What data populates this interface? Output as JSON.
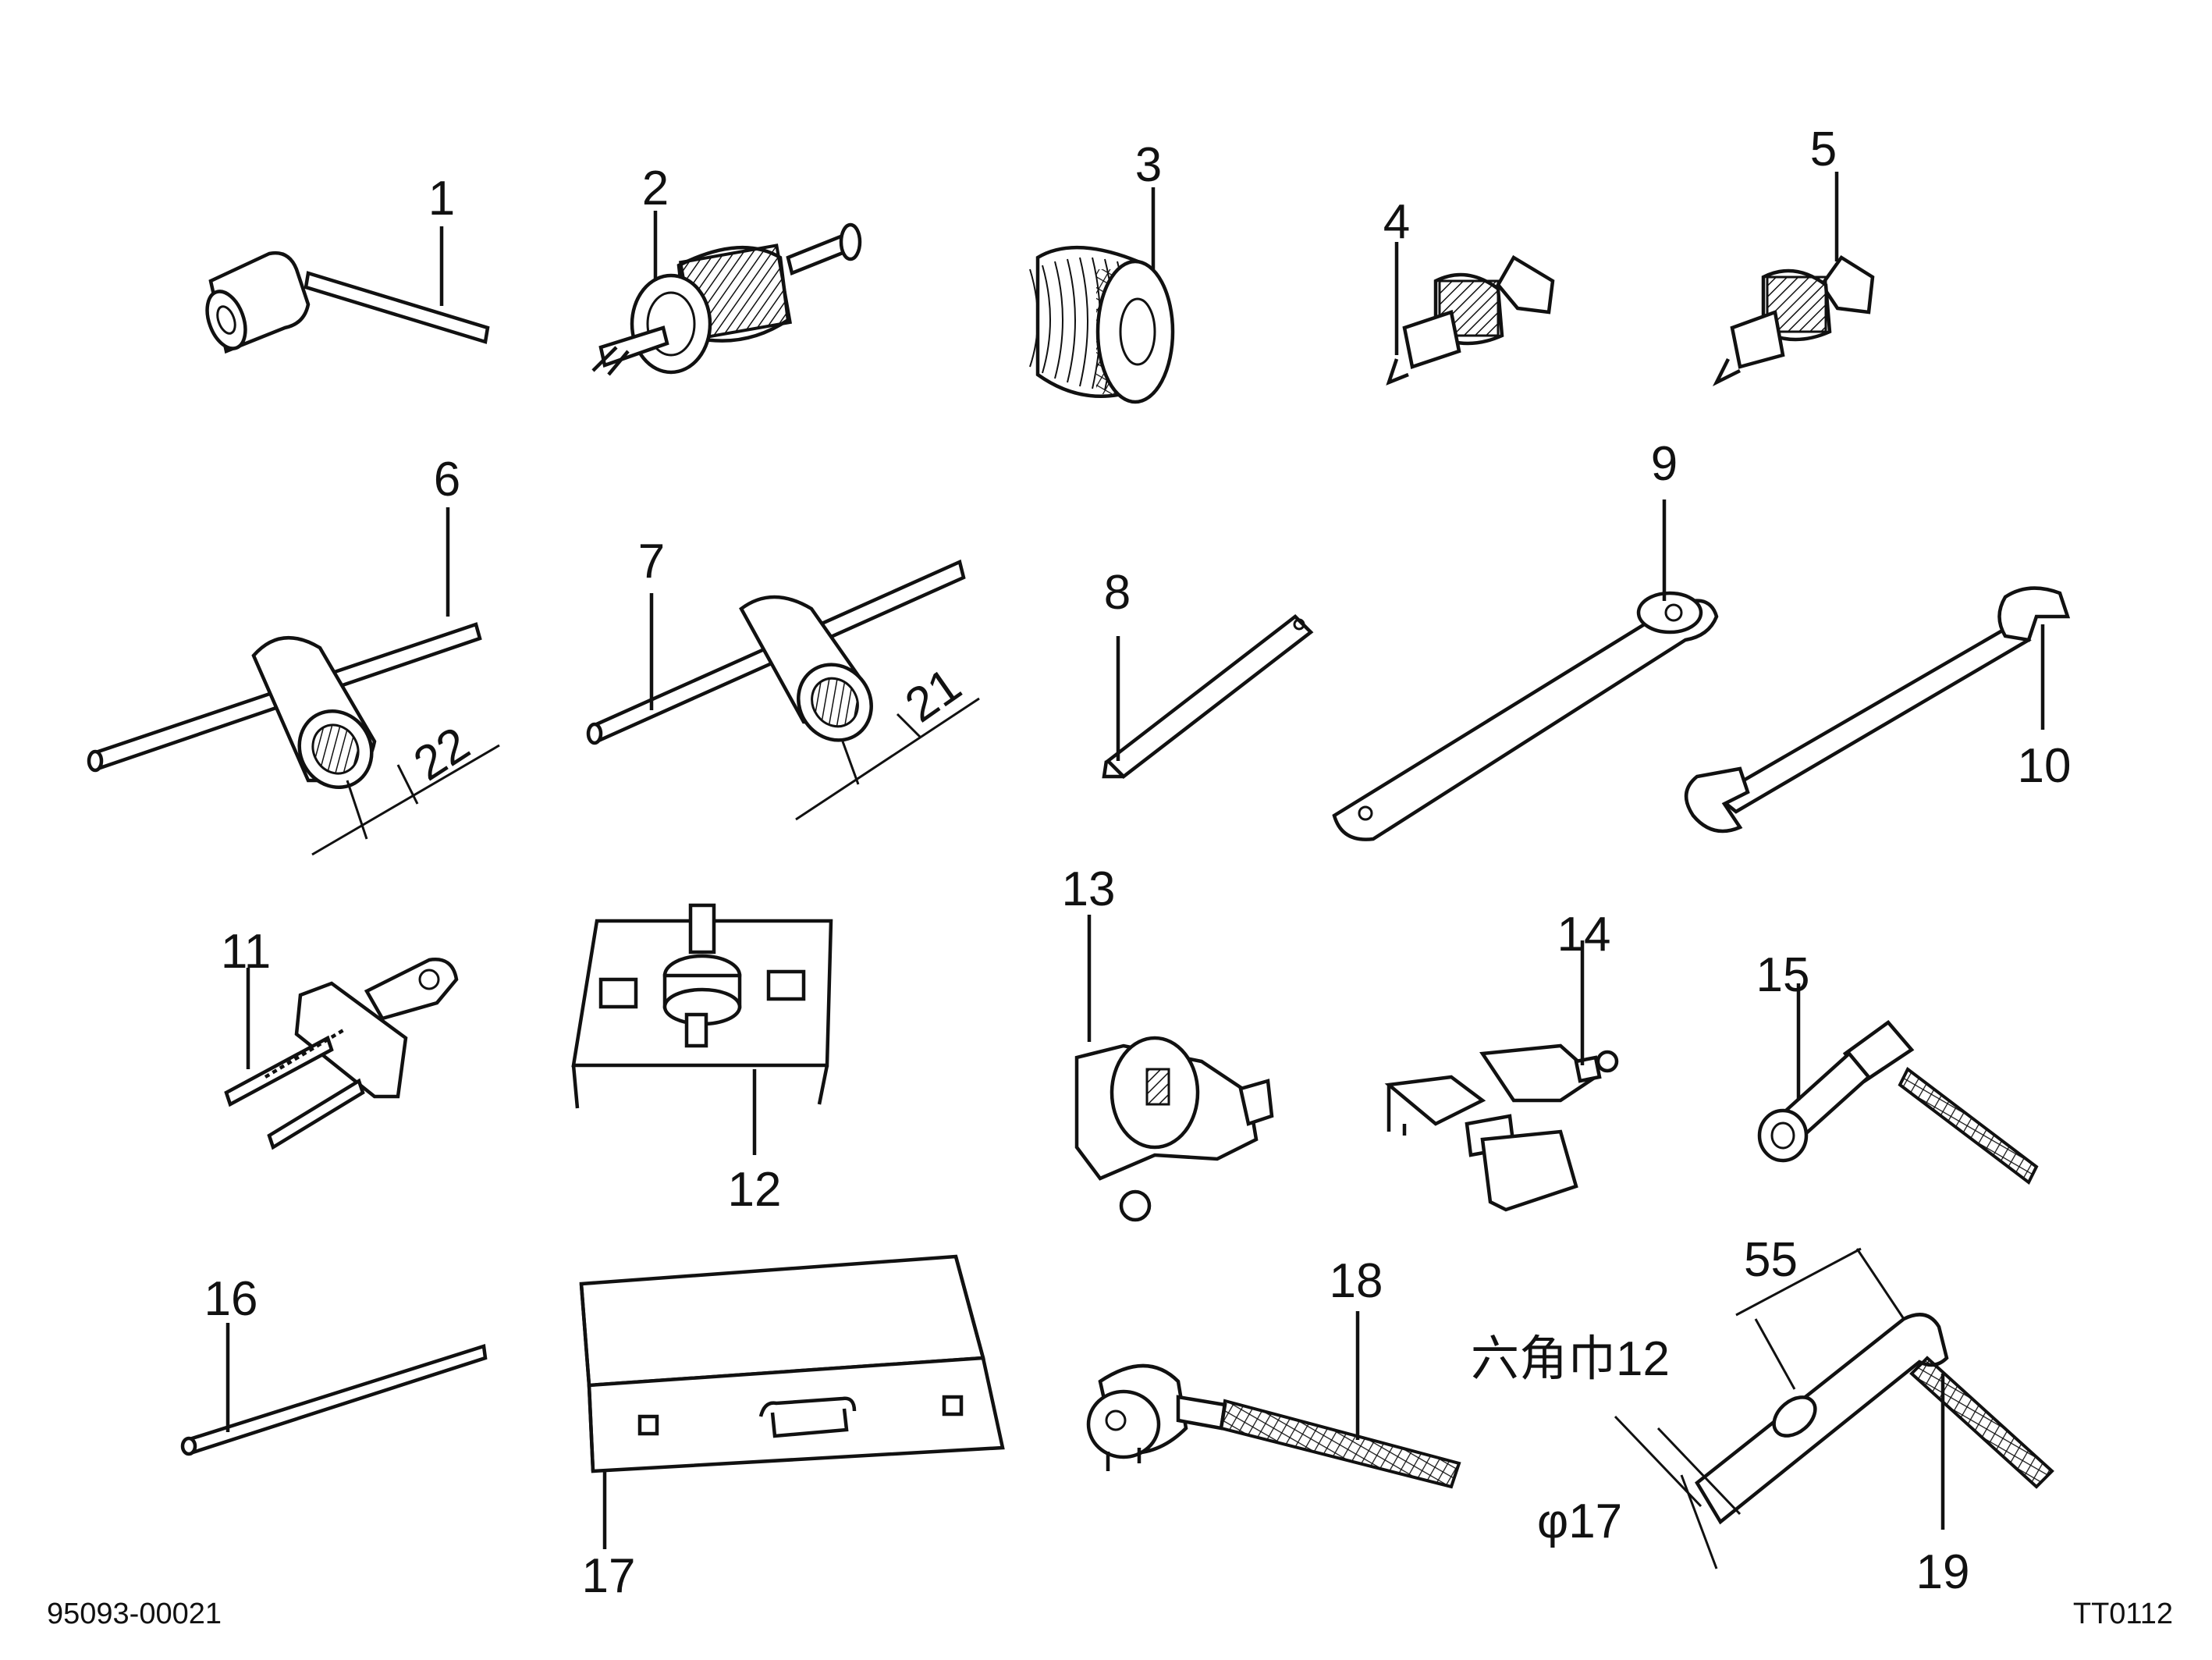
{
  "diagram": {
    "callouts": [
      "1",
      "2",
      "3",
      "4",
      "5",
      "6",
      "7",
      "8",
      "9",
      "10",
      "11",
      "12",
      "13",
      "14",
      "15",
      "16",
      "17",
      "18",
      "19"
    ],
    "dimensions": {
      "tool6": "22",
      "tool7": "21",
      "tool19_length": "55",
      "tool19_hex": "六角巾12",
      "tool19_diameter": "φ17"
    }
  },
  "footer": {
    "left_code": "95093-00021",
    "right_code": "TT0112"
  }
}
